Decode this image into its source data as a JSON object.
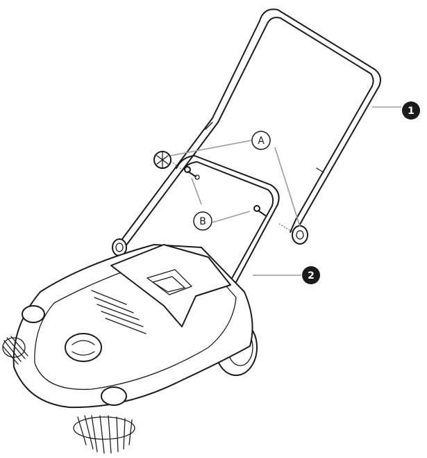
{
  "callouts": {
    "part_1": "1",
    "part_2": "2",
    "detail_a": "A",
    "detail_b": "B"
  },
  "colors": {
    "line": "#1a1a1a",
    "leader": "#9a9a9a",
    "badge_fill": "#1a1a1a",
    "badge_text": "#ffffff"
  }
}
